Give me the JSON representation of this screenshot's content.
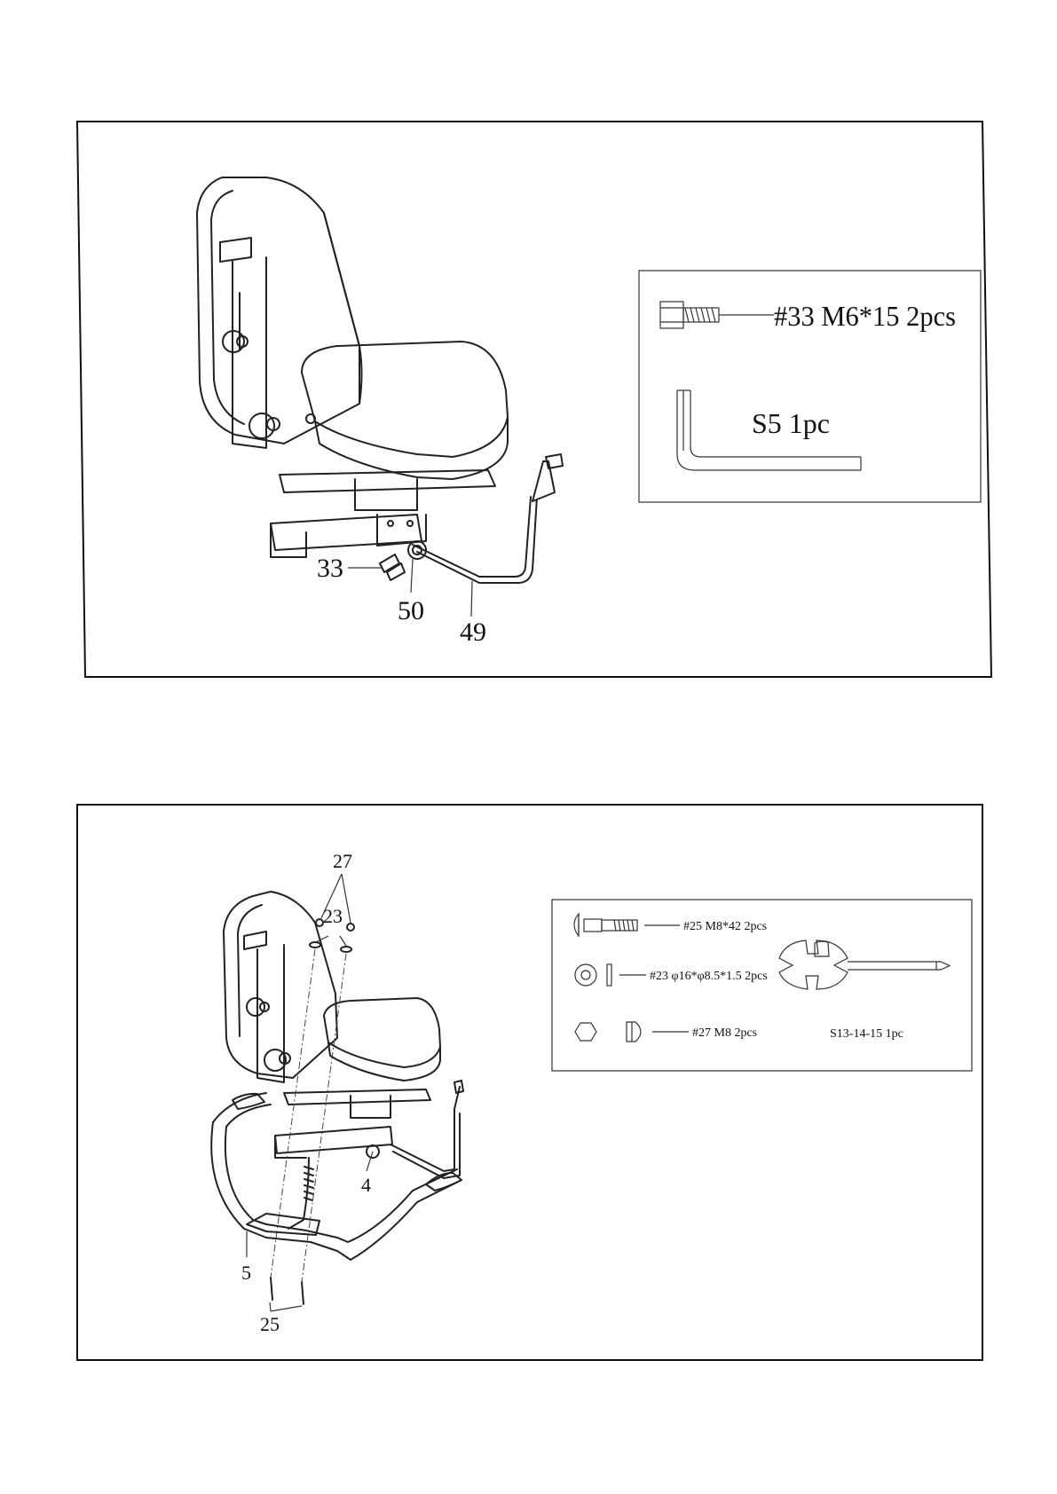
{
  "step1": {
    "callouts": {
      "c33": "33",
      "c50": "50",
      "c49": "49"
    },
    "hardware": {
      "bolt": {
        "icon": "socket-cap-bolt-icon",
        "text": "#33 M6*15 2pcs"
      },
      "tool": {
        "icon": "allen-key-icon",
        "text": "S5 1pc"
      }
    }
  },
  "step2": {
    "callouts": {
      "c27": "27",
      "c23": "23",
      "c4": "4",
      "c5": "5",
      "c25": "25"
    },
    "hardware": {
      "carriage_bolt": {
        "icon": "carriage-bolt-icon",
        "text": "#25 M8*42 2pcs"
      },
      "washer": {
        "icon": "washer-icon",
        "text": "#23 φ16*φ8.5*1.5 2pcs"
      },
      "cap_nut": {
        "icon": "cap-nut-icon",
        "text": "#27 M8 2pcs"
      },
      "tool": {
        "icon": "multi-wrench-icon",
        "text": "S13-14-15 1pc"
      }
    }
  }
}
